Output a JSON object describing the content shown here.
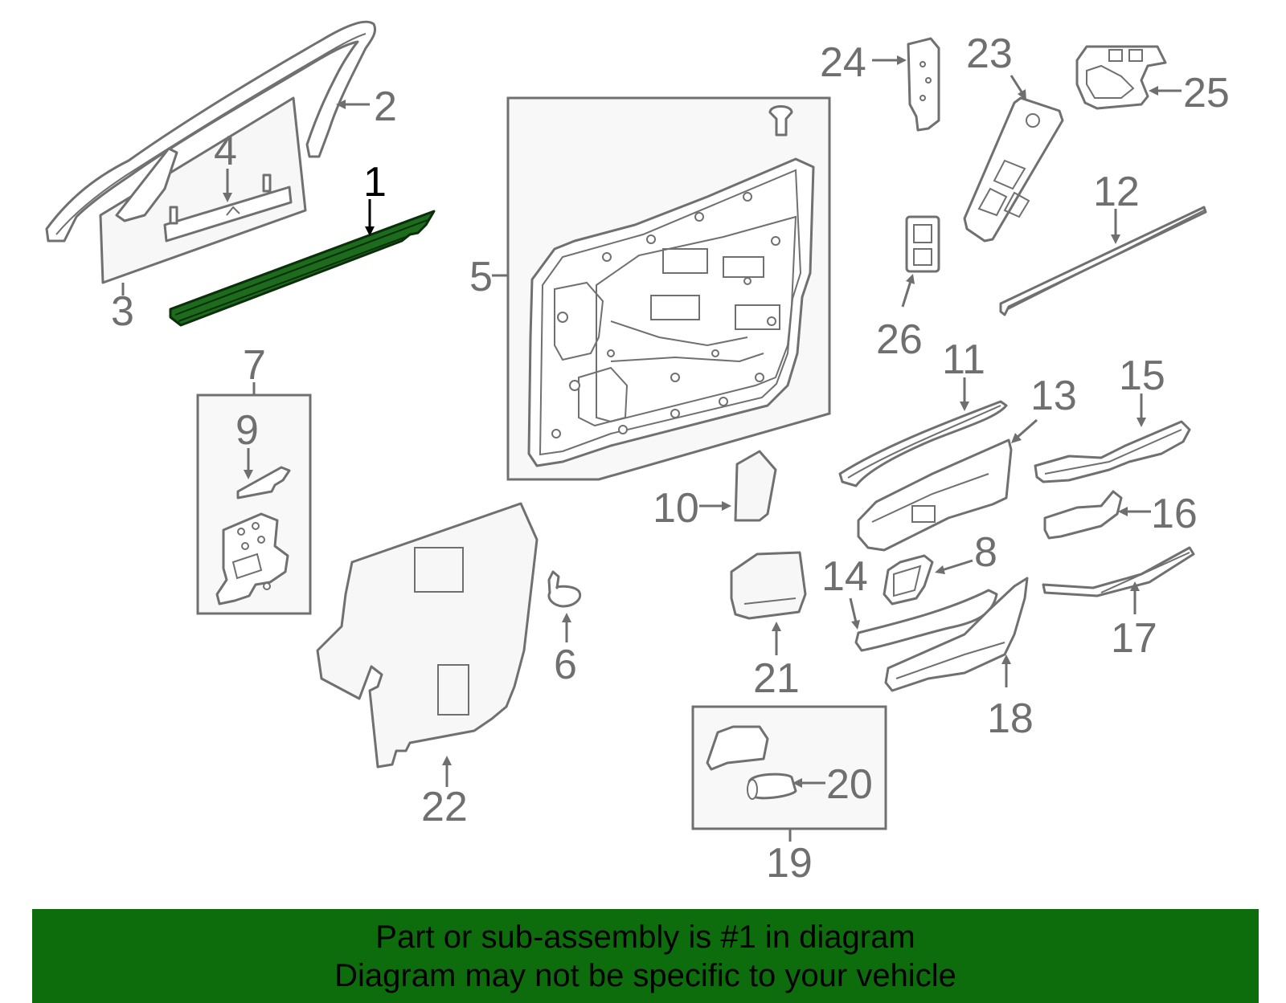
{
  "diagram": {
    "highlight_color": "#1d6b1d",
    "highlighted_part": "1",
    "callouts": {
      "c1": "1",
      "c2": "2",
      "c3": "3",
      "c4": "4",
      "c5": "5",
      "c6": "6",
      "c7": "7",
      "c8": "8",
      "c9": "9",
      "c10": "10",
      "c11": "11",
      "c12": "12",
      "c13": "13",
      "c14": "14",
      "c15": "15",
      "c16": "16",
      "c17": "17",
      "c18": "18",
      "c19": "19",
      "c20": "20",
      "c21": "21",
      "c22": "22",
      "c23": "23",
      "c24": "24",
      "c25": "25",
      "c26": "26"
    }
  },
  "banner": {
    "line1": "Part or sub-assembly is #1 in diagram",
    "line2": "Diagram may not be specific to your vehicle",
    "color": "#0d6d0d"
  }
}
